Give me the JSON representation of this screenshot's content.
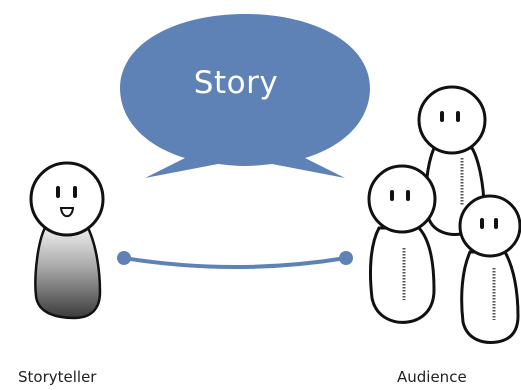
{
  "diagram": {
    "bubble_label": "Story",
    "storyteller_label": "Storyteller",
    "audience_label": "Audience"
  },
  "colors": {
    "bubble_fill": "#5f82b6",
    "bubble_text": "#ffffff",
    "connector": "#5f82b6",
    "outline": "#111111",
    "caption_text": "#222222"
  },
  "icons": [
    "speech-bubble",
    "person-figure",
    "zipper-stitch"
  ]
}
